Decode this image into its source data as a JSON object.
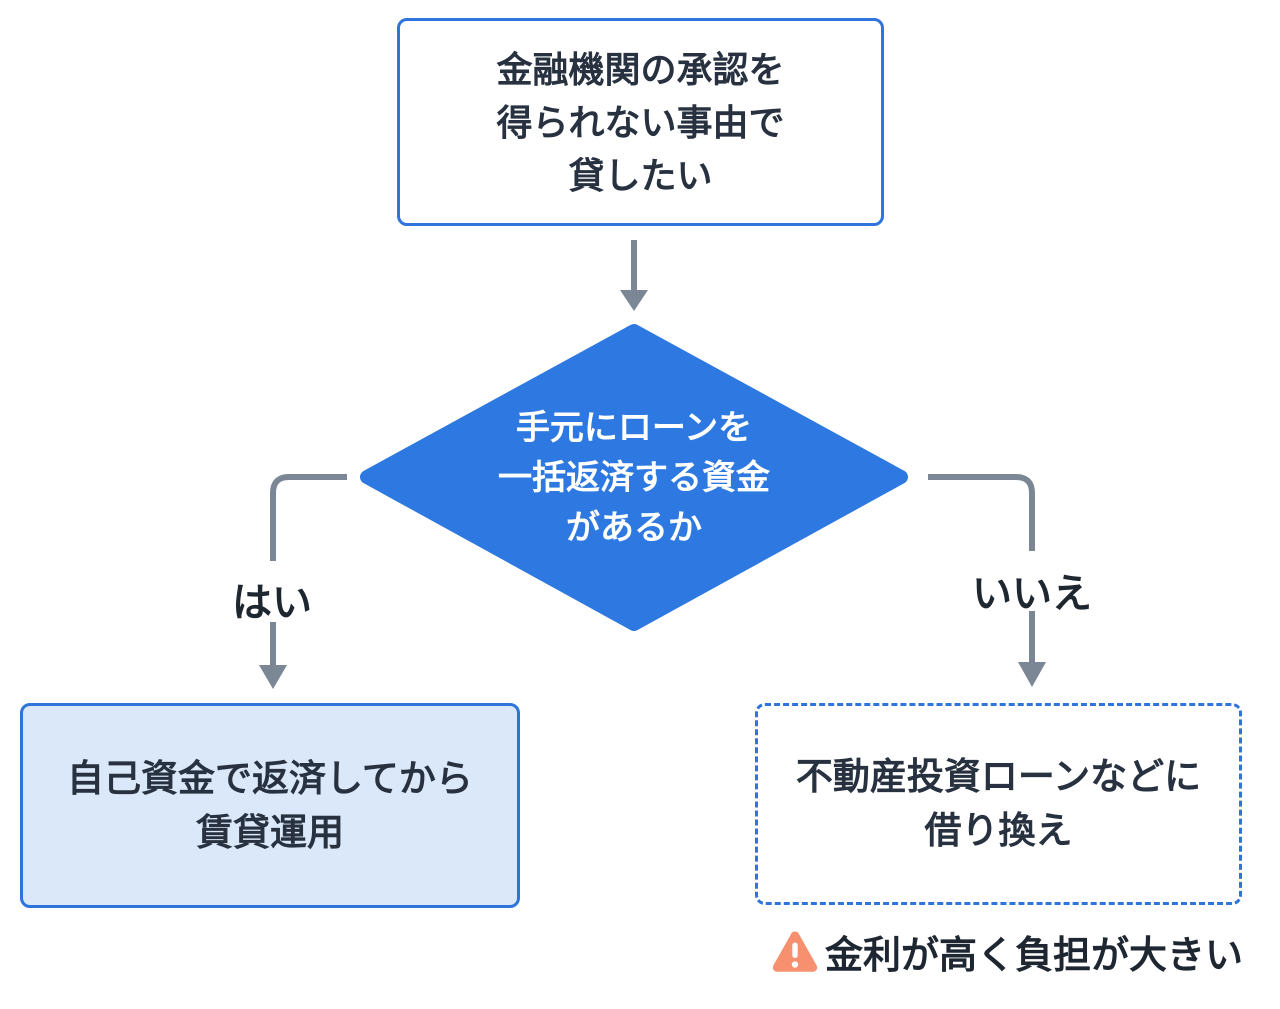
{
  "diagram": {
    "type": "flowchart",
    "nodes": {
      "start": {
        "shape": "rounded-rect",
        "lines": [
          "金融機関の承認を",
          "得られない事由で",
          "貸したい"
        ]
      },
      "decision": {
        "shape": "diamond",
        "lines": [
          "手元にローンを",
          "一括返済する資金",
          "があるか"
        ]
      },
      "yes_outcome": {
        "shape": "rounded-rect-filled",
        "lines": [
          "自己資金で返済してから",
          "賃貸運用"
        ]
      },
      "no_outcome": {
        "shape": "rounded-rect-dashed",
        "lines": [
          "不動産投資ローンなどに",
          "借り換え"
        ]
      }
    },
    "edges": {
      "yes_label": "はい",
      "no_label": "いいえ"
    },
    "warning": {
      "icon": "warning-triangle-icon",
      "text": "金利が高く負担が大きい"
    }
  },
  "colors": {
    "blue_border": "#2E74DC",
    "diamond_fill": "#2E79E1",
    "light_blue_fill": "#DBE8FA",
    "connector_gray": "#7B8794",
    "warning_orange": "#F6906E",
    "text_dark": "#27313F",
    "text_white": "#FFFFFF",
    "canvas_bg": "#FFFFFF"
  }
}
